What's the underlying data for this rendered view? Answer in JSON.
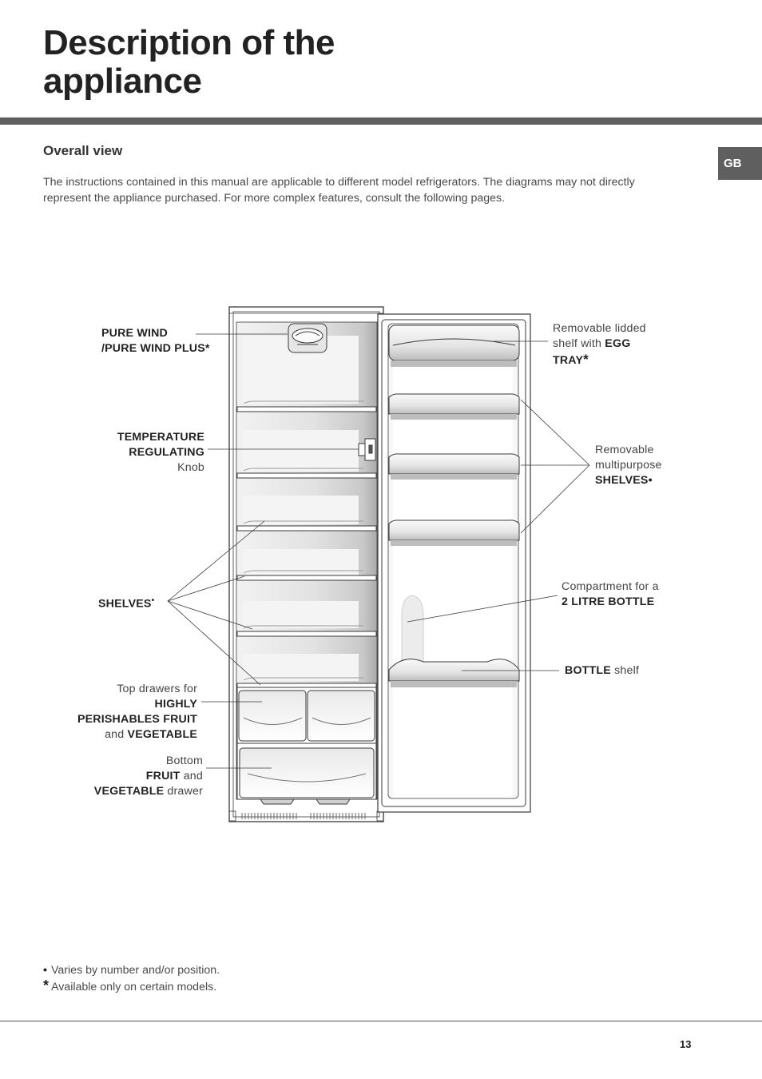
{
  "page": {
    "title": "Description of the\nappliance",
    "language_tab": "GB",
    "section_heading": "Overall view",
    "intro": "The instructions contained in this manual are applicable to different model refrigerators. The diagrams may not directly represent the appliance purchased. For more complex features, consult the following pages.",
    "page_number": "13"
  },
  "labels": {
    "pure_wind_1": "PURE WIND",
    "pure_wind_2": "/PURE WIND PLUS*",
    "temp_1": "TEMPERATURE",
    "temp_2": "REGULATING",
    "temp_3": "Knob",
    "shelves_text": "SHELVES",
    "shelves_mark": "•",
    "top_drawers_1": "Top drawers for",
    "top_drawers_2": "HIGHLY",
    "top_drawers_3": "PERISHABLES FRUIT",
    "top_drawers_4a": "and",
    "top_drawers_4b": "VEGETABLE",
    "bottom_1": "Bottom",
    "bottom_2a": "FRUIT",
    "bottom_2b": "and",
    "bottom_3a": "VEGETABLE",
    "bottom_3b": "drawer",
    "egg_1": "Removable lidded",
    "egg_2a": "shelf with",
    "egg_2b": "EGG",
    "egg_3": "TRAY",
    "egg_star": "*",
    "door_shelves_1": "Removable",
    "door_shelves_2": "multipurpose",
    "door_shelves_3": "SHELVES",
    "door_shelves_mark": "•",
    "bottle_comp_1": "Compartment for a",
    "bottle_comp_2": "2 LITRE BOTTLE",
    "bottle_shelf_a": "BOTTLE",
    "bottle_shelf_b": "shelf"
  },
  "notes": [
    {
      "mark": "•",
      "text": "Varies by number and/or position."
    },
    {
      "mark": "*",
      "text": "Available only on certain models."
    }
  ],
  "colors": {
    "title_rule": "#5f5f5f",
    "language_tab": "#5f5f5f",
    "diagram_line": "#3a3a3a"
  }
}
